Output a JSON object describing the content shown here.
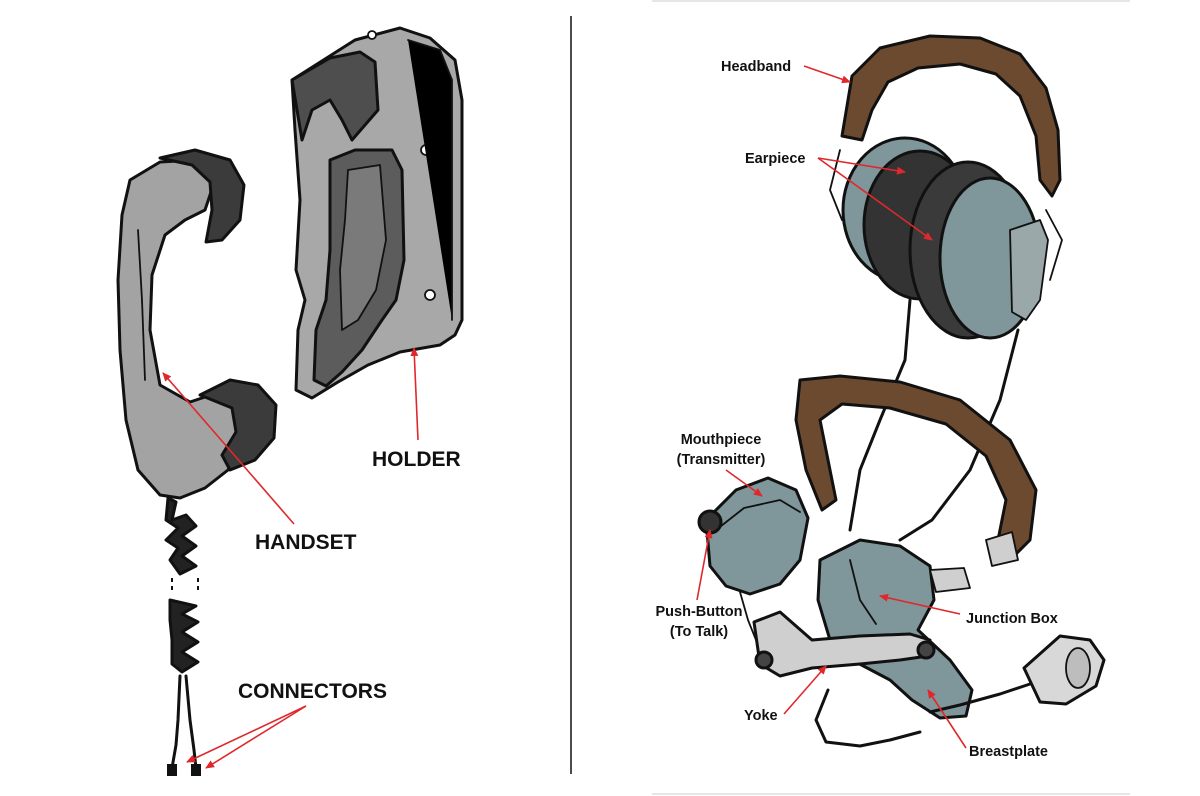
{
  "left_panel": {
    "labels": {
      "holder": "HOLDER",
      "handset": "HANDSET",
      "connectors": "CONNECTORS"
    }
  },
  "right_panel": {
    "labels": {
      "headband": "Headband",
      "earpiece": "Earpiece",
      "mouthpiece_line1": "Mouthpiece",
      "mouthpiece_line2": "(Transmitter)",
      "push_button_line1": "Push-Button",
      "push_button_line2": "(To Talk)",
      "junction_box": "Junction Box",
      "yoke": "Yoke",
      "breastplate": "Breastplate"
    }
  },
  "colors": {
    "arrow": "#e0282c",
    "handset_gray": "#a3a3a3",
    "holder_dark": "#5a5a5a",
    "headset_teal": "#7f969a",
    "strap_brown": "#6b4a30"
  }
}
